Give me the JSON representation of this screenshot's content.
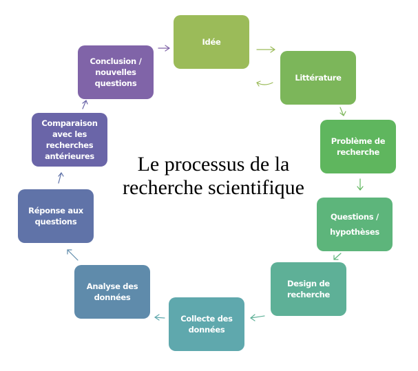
{
  "title": "Le processus de la recherche scientifique",
  "steps": [
    {
      "label": "Idée",
      "color": "#9bbb59"
    },
    {
      "label": "Littérature",
      "color": "#7cb65a"
    },
    {
      "label": "Problème de recherche",
      "color": "#5fb65e"
    },
    {
      "label": "Questions / hypothèses",
      "color": "#5db57b"
    },
    {
      "label": "Design de recherche",
      "color": "#5eb097"
    },
    {
      "label": "Collecte des données",
      "color": "#5fa8ad"
    },
    {
      "label": "Analyse des données",
      "color": "#5f8bab"
    },
    {
      "label": "Réponse aux questions",
      "color": "#6073a8"
    },
    {
      "label": "Comparaison avec les recherches antérieures",
      "color": "#6a65a8"
    },
    {
      "label": "Conclusion / nouvelles questions",
      "color": "#8064a8"
    }
  ]
}
